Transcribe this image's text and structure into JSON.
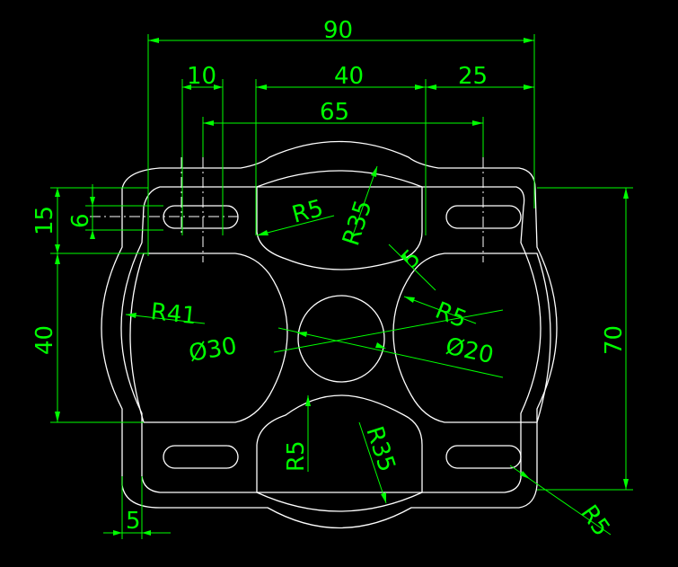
{
  "colors": {
    "background": "#000000",
    "geometry": "#ffffff",
    "dimension": "#00ff00"
  },
  "dimensions": {
    "overall_width": "90",
    "slot_offset": "10",
    "middle_span": "40",
    "right_span": "25",
    "slot_center_span": "65",
    "top_band": "15",
    "slot_width": "6",
    "left_span": "40",
    "overall_height": "70",
    "bottom_offset": "5",
    "radius_top_notch": "R5",
    "radius_top_arc": "R35",
    "radius_side_arc": "R41",
    "dia_outer": "Ø30",
    "dia_inner": "Ø20",
    "right_gap": "5",
    "radius_right_notch": "R5",
    "radius_bottom_notch": "R5",
    "radius_bottom_arc": "R35",
    "radius_corner": "R5"
  }
}
